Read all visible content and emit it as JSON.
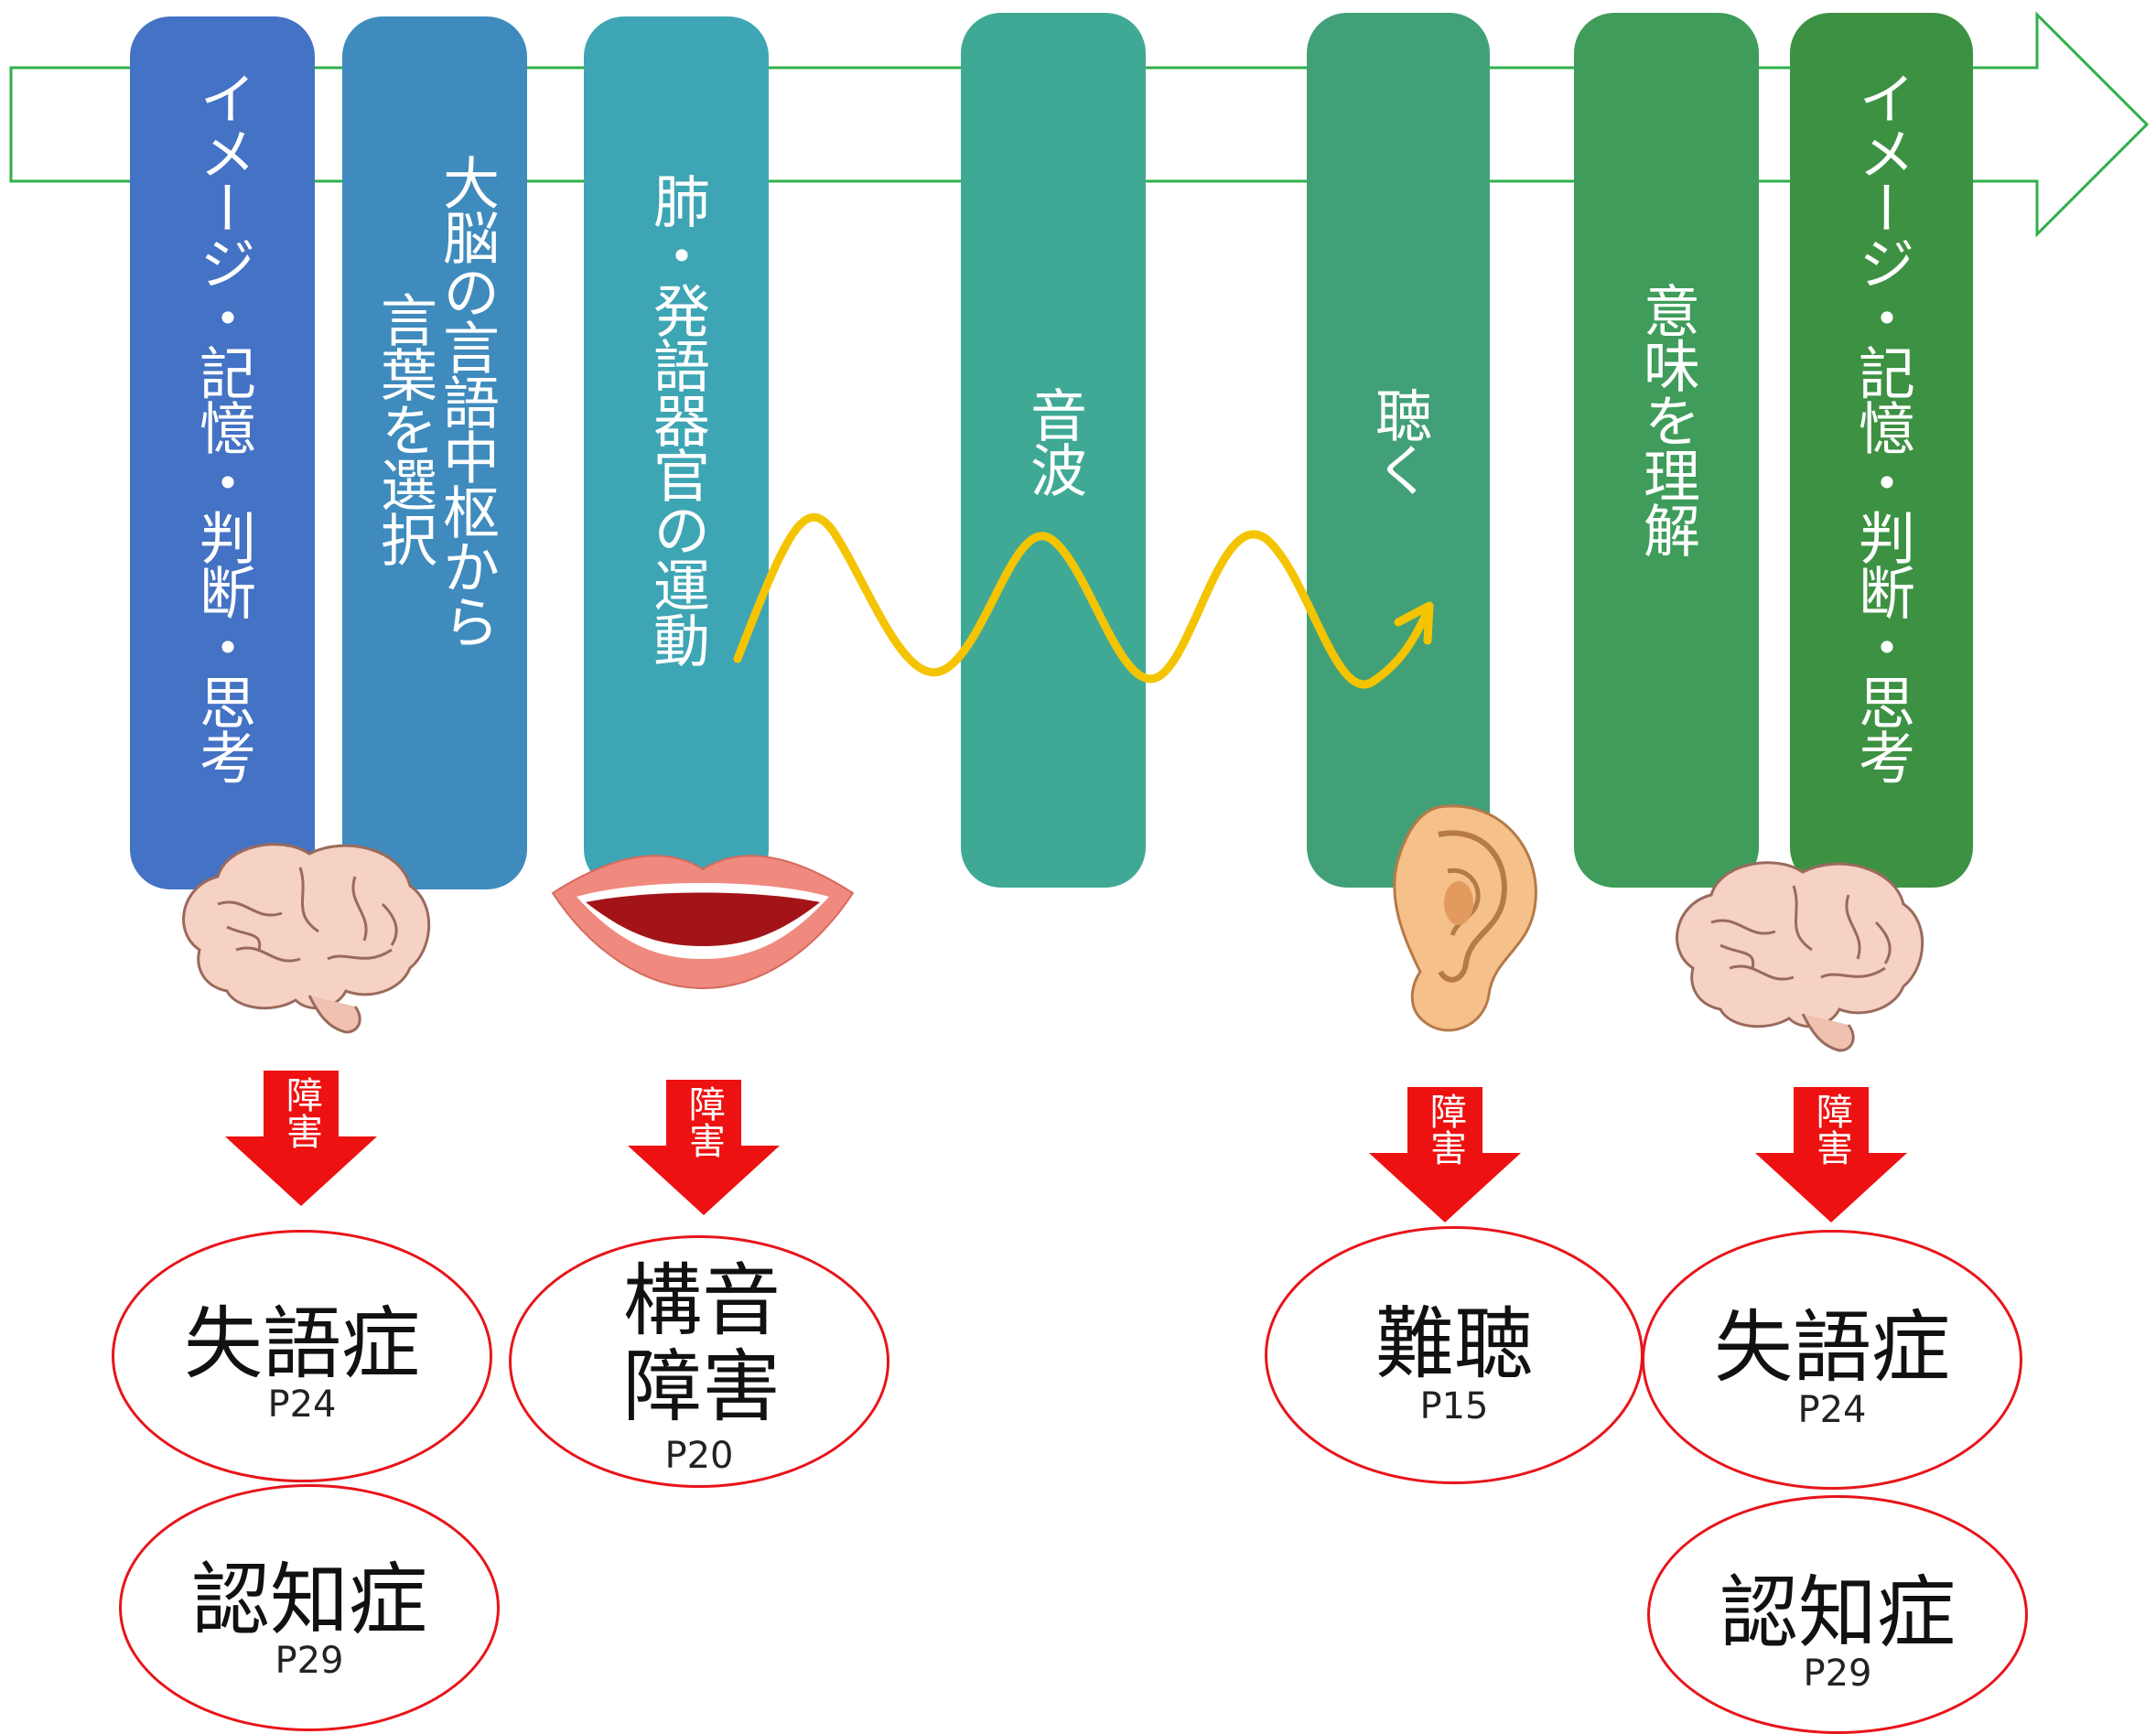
{
  "colors": {
    "arrow_outline": "#2fb04a",
    "wave": "#f5c400",
    "disorder_arrow": "#ee1111",
    "ellipse_border": "#e8141a"
  },
  "stages": [
    {
      "lines": [
        "イメージ・記憶・判断・思考"
      ],
      "color": "#4472c4"
    },
    {
      "lines": [
        "大脳の言語中枢から",
        "言葉を選択"
      ],
      "color": "#3f8bbd"
    },
    {
      "lines": [
        "肺・発語器官の運動"
      ],
      "color": "#3ea5b4"
    },
    {
      "lines": [
        "音波"
      ],
      "color": "#3fa996"
    },
    {
      "lines": [
        "聴く"
      ],
      "color": "#42a078"
    },
    {
      "lines": [
        "意味を理解"
      ],
      "color": "#3f9c5a"
    },
    {
      "lines": [
        "イメージ・記憶・判断・思考"
      ],
      "color": "#3d9142"
    }
  ],
  "illustrations": [
    "brain-icon",
    "mouth-icon",
    "ear-icon",
    "brain-icon"
  ],
  "disorder_arrow_label": "障害",
  "disorders": [
    {
      "name": "失語症",
      "page": "P24"
    },
    {
      "name": "認知症",
      "page": "P29"
    },
    {
      "name": "構音障害",
      "page": "P20"
    },
    {
      "name": "難聴",
      "page": "P15"
    },
    {
      "name": "失語症",
      "page": "P24"
    },
    {
      "name": "認知症",
      "page": "P29"
    }
  ]
}
